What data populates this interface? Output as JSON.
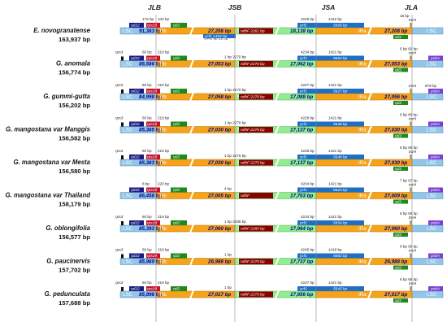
{
  "headers": [
    "JLB",
    "JSB",
    "JSA",
    "JLA"
  ],
  "regions": {
    "lsc": "LSC",
    "irb": "IRb",
    "ssc": "SSC",
    "ira": "IRa"
  },
  "colors": {
    "lsc": "#92c5e8",
    "ir": "#f5a31a",
    "ssc": "#90ee90",
    "gene_navy": "#1a1a80",
    "gene_red": "#c8102e",
    "gene_green": "#1e8a1e",
    "gene_darkred": "#8b0000",
    "gene_blue": "#1f6fc4",
    "gene_purple": "#7b3fd3",
    "gene_khaki": "#b9a070"
  },
  "rows": [
    {
      "name": "E. novogranatense",
      "size": "163,937 bp",
      "lsc": "91,383 bp",
      "ir": "27,208 bp",
      "ssc": "18,138 bp",
      "ira": "27,208 bp",
      "rps3": "",
      "jlb_l": "176 bp",
      "jlb_r": "103 bp",
      "ndhf": "ndhF 2261 bp",
      "jsb_top": "",
      "jsb_bot": "1442 bp  21 bp",
      "ycf1_below": "ycf1  1452 bp",
      "jsa_l": "4225 bp",
      "jsa_r": "1442 bp",
      "ycf_in_ira": "5666 bp",
      "jla_top": "18 bp",
      "jla_r": "",
      "psba": "",
      "jla_gene": "rpl2"
    },
    {
      "name": "G. anomala",
      "size": "156,774 bp",
      "lsc": "85,586 bp",
      "ir": "27,053 bp",
      "ssc": "17,062 bp",
      "ira": "27,053 bp",
      "rps3": "rps3",
      "jlb_l": "60 bp",
      "jlb_r": "219 bp",
      "ndhf": "ndhF 2270 bp",
      "jsb_top": "1 bp  2270 bp",
      "jsb_bot": "",
      "ycf1_below": "",
      "jsa_l": "4234 bp",
      "jsa_r": "1421 bp",
      "ycf_in_ira": "5654 bp",
      "jla_top": "6 bp  69 bp",
      "jla_r": "",
      "psba": "psbA",
      "jla_gene": "rpl2"
    },
    {
      "name": "G. gummi-gutta",
      "size": "156,202 bp",
      "lsc": "84,998 bp",
      "ir": "27,058 bp",
      "ssc": "17,088 bp",
      "ira": "27,056 bp",
      "rps3": "rps3",
      "jlb_l": "60 bp",
      "jlb_r": "218 bp",
      "ndhf": "ndhF 2270 bp",
      "jsb_top": "1 bp  2270 bp",
      "jsb_bot": "",
      "ycf1_below": "",
      "jsa_l": "4207 bp",
      "jsa_r": "1421 bp",
      "ycf_in_ira": "5627 bp",
      "jla_top": "",
      "jla_r": "879 bp",
      "psba": "psbA",
      "jla_gene": "rpl2"
    },
    {
      "name": "G. mangostana var Manggis",
      "size": "156,582 bp",
      "lsc": "85,385 bp",
      "ir": "27,030 bp",
      "ssc": "17,137 bp",
      "ira": "27,030 bp",
      "rps3": "rps3",
      "jlb_l": "60 bp",
      "jlb_r": "219 bp",
      "ndhf": "ndhF 2275 bp",
      "jsb_top": "1 bp  2270 bp",
      "jsb_bot": "",
      "ycf1_below": "",
      "jsa_l": "4228 bp",
      "jsa_r": "1421 bp",
      "ycf_in_ira": "5648 bp",
      "jla_top": "6 bp  68 bp",
      "jla_r": "",
      "psba": "psbA",
      "jla_gene": "rpl2"
    },
    {
      "name": "G. mangostana var Mesta",
      "size": "156,580 bp",
      "lsc": "85,383 bp",
      "ir": "27,030 bp",
      "ssc": "17,137 bp",
      "ira": "27,030 bp",
      "rps3": "rps3",
      "jlb_l": "60 bp",
      "jlb_r": "219 bp",
      "ndhf": "ndhF 2275 bp",
      "jsb_top": "1 bp  2270 bp",
      "jsb_bot": "",
      "ycf1_below": "",
      "jsa_l": "4228 bp",
      "jsa_r": "1421 bp",
      "ycf_in_ira": "5648 bp",
      "jla_top": "6 bp  68 bp",
      "jla_r": "",
      "psba": "psbA",
      "jla_gene": "rpl2"
    },
    {
      "name": "G. mangostana var Thailand",
      "size": "158,179 bp",
      "lsc": "86,458 bp",
      "ir": "27,005 bp",
      "ssc": "17,703 bp",
      "ira": "27,009 bp",
      "rps3": "",
      "jlb_l": "8 bp",
      "jlb_r": "220 bp",
      "ndhf": "ndhF",
      "jsb_top": "4 bp",
      "jsb_bot": "",
      "ycf1_below": "",
      "jsa_l": "4204 bp",
      "jsa_r": "1421 bp",
      "ycf_in_ira": "5624 bp",
      "jla_top": "7 bp  67 bp",
      "jla_r": "",
      "psba": "psbA",
      "jla_gene": "rpl2"
    },
    {
      "name": "G. oblongifolia",
      "size": "156,577 bp",
      "lsc": "85,393 bp",
      "ir": "27,060 bp",
      "ssc": "17,064 bp",
      "ira": "27,060 bp",
      "rps3": "rps3",
      "jlb_l": "60 bp",
      "jlb_r": "219 bp",
      "ndhf": "ndhF 2285 bp",
      "jsb_top": "1 bp  2285 bp",
      "jsb_bot": "",
      "ycf1_below": "",
      "jsa_l": "4234 bp",
      "jsa_r": "1421 bp",
      "ycf_in_ira": "5654 bp",
      "jla_top": "6 bp  69 bp",
      "jla_r": "",
      "psba": "psbA",
      "jla_gene": "rpl2"
    },
    {
      "name": "G. paucinervis",
      "size": "157,702 bp",
      "lsc": "85,989 bp",
      "ir": "26,988 bp",
      "ssc": "17,737 bp",
      "ira": "26,988 bp",
      "rps3": "rps3",
      "jlb_l": "60 bp",
      "jlb_r": "218 bp",
      "ndhf": "ndhF 2270 bp",
      "jsb_top": "1 bp",
      "jsb_bot": "",
      "ycf1_below": "",
      "jsa_l": "4245 bp",
      "jsa_r": "1419 bp",
      "ycf_in_ira": "5663 bp",
      "jla_top": "6 bp  68 bp",
      "jla_r": "",
      "psba": "psbA",
      "jla_gene": "rpl2"
    },
    {
      "name": "G. pedunculata",
      "size": "157,688 bp",
      "lsc": "85,998 bp",
      "ir": "27,017 bp",
      "ssc": "17,656 bp",
      "ira": "27,017 bp",
      "rps3": "rps3",
      "jlb_l": "60 bp",
      "jlb_r": "219 bp",
      "ndhf": "ndhF 2273 bp",
      "jsb_top": "1 bp",
      "jsb_bot": "",
      "ycf1_below": "",
      "jsa_l": "4227 bp",
      "jsa_r": "1421 bp",
      "ycf_in_ira": "5645 bp",
      "jla_top": "6 bp  68 bp",
      "jla_r": "",
      "psba": "psbA",
      "jla_gene": "rpl2"
    }
  ]
}
